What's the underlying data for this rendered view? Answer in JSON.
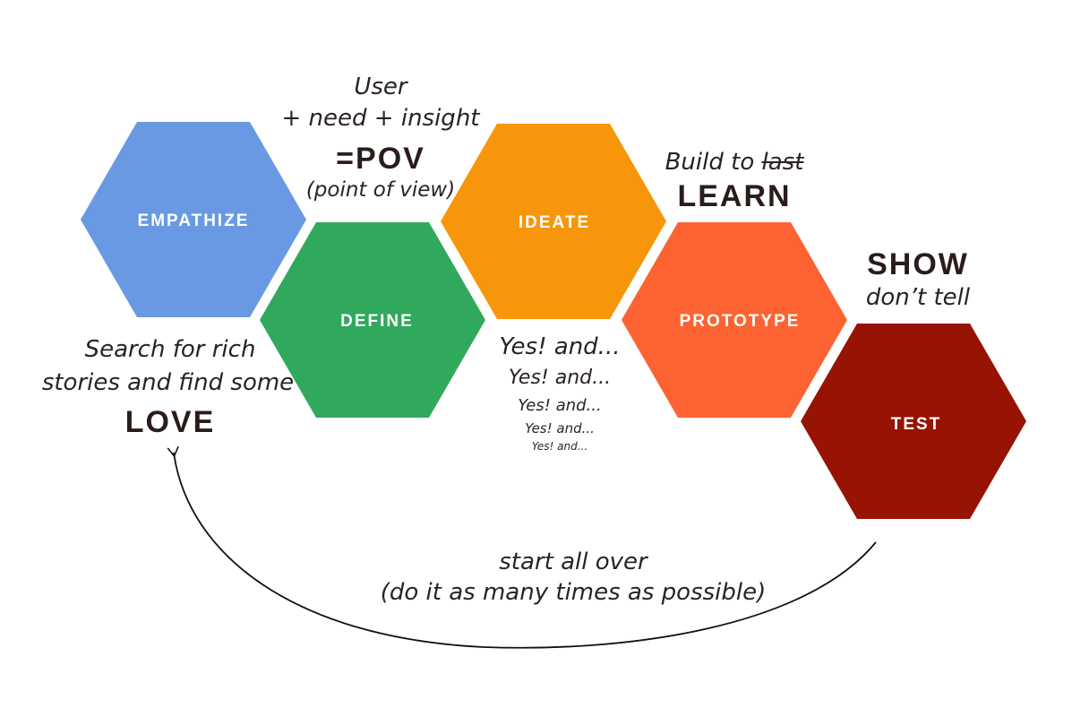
{
  "stages": {
    "empathize": {
      "label": "EMPATHIZE",
      "color": "#6999e3"
    },
    "define": {
      "label": "DEFINE",
      "color": "#31a95c"
    },
    "ideate": {
      "label": "IDEATE",
      "color": "#f7960a"
    },
    "prototype": {
      "label": "PROTOTYPE",
      "color": "#fd6332"
    },
    "test": {
      "label": "TEST",
      "color": "#971304"
    }
  },
  "pov": {
    "line1": "User",
    "line2": "+ need + insight",
    "line3": "=POV",
    "line4": "(point of view)"
  },
  "build": {
    "prefix": "Build to ",
    "struck": "last",
    "emphasis": "LEARN"
  },
  "show": {
    "emphasis": "SHOW",
    "line2": "don’t tell"
  },
  "empathy_note": {
    "line1": "Search for rich",
    "line2": "stories and find some",
    "emphasis": "LOVE"
  },
  "yes_and": [
    "Yes!  and...",
    "Yes!  and...",
    "Yes!  and...",
    "Yes!  and...",
    "Yes!  and..."
  ],
  "loop": {
    "line1": "start all over",
    "line2": "(do it as many times as possible)"
  }
}
